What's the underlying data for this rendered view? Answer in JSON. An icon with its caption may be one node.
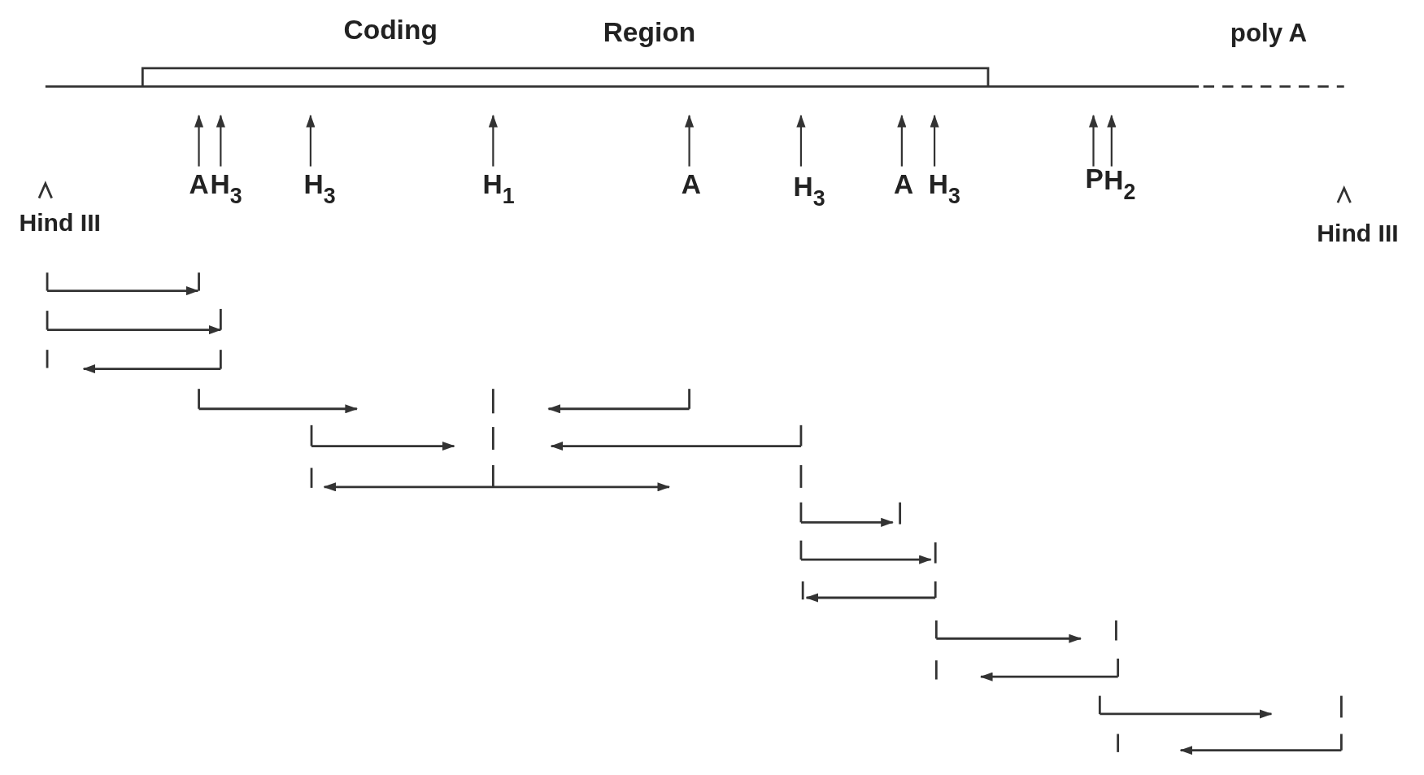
{
  "diagram": {
    "labels": [
      "Coding",
      "Region",
      "poly A",
      "A",
      "H$_{3}$",
      "H$_{3}$",
      "H$_{1}$",
      "A",
      "H$_{3}$",
      "A",
      "H$_{3}$",
      "P",
      "H$_{2}$",
      "Hind III",
      "Hind III"
    ]
  }
}
